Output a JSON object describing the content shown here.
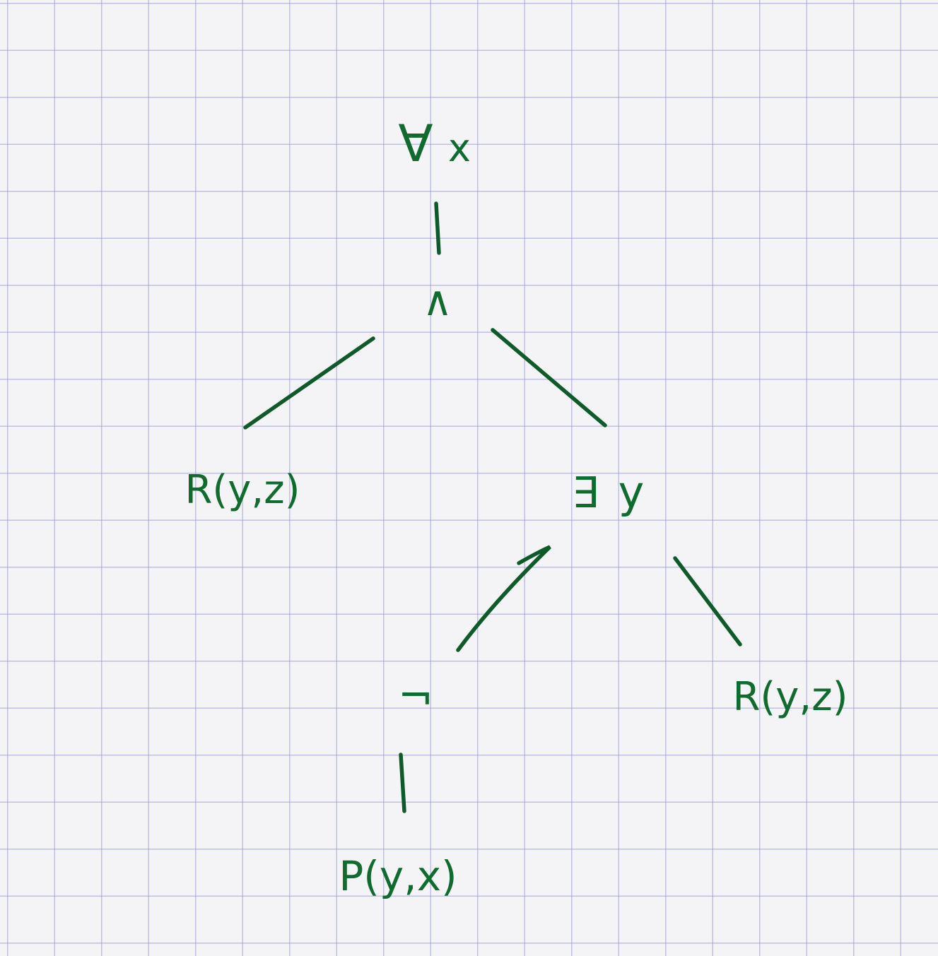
{
  "ink_color": "#0f6b2e",
  "grid_color": "#9696d2",
  "paper_color": "#f4f4f6",
  "tree": {
    "root": {
      "quantifier": "∀",
      "variable": "x"
    },
    "and_node": "∧",
    "left_leaf": "R(y,z)",
    "exists": {
      "quantifier": "∃",
      "variable": "y"
    },
    "not_node": "¬",
    "p_leaf": "P(y,x)",
    "right_leaf": "R(y,z)"
  }
}
